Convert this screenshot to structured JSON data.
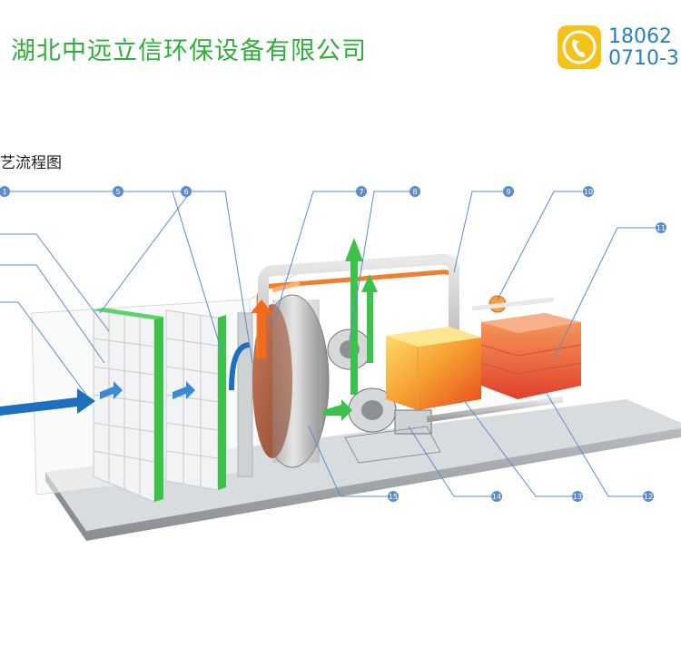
{
  "header": {
    "company_name": "湖北中远立信环保设备有限公司",
    "phone_1": "18062",
    "phone_2": "0710-3"
  },
  "section_title": "艺流程图",
  "callouts": [
    "1",
    "5",
    "6",
    "7",
    "8",
    "9",
    "10",
    "11",
    "15",
    "14",
    "13",
    "12"
  ],
  "colors": {
    "brand_green": "#2fae3c",
    "phone_blue": "#2a7fc0",
    "icon_yellow": "#f3c21b",
    "callout_blue": "#5b8ccf",
    "airflow_blue": "#1f6fc0",
    "clean_air_green": "#3cc24a",
    "hot_air_orange": "#f08030"
  }
}
